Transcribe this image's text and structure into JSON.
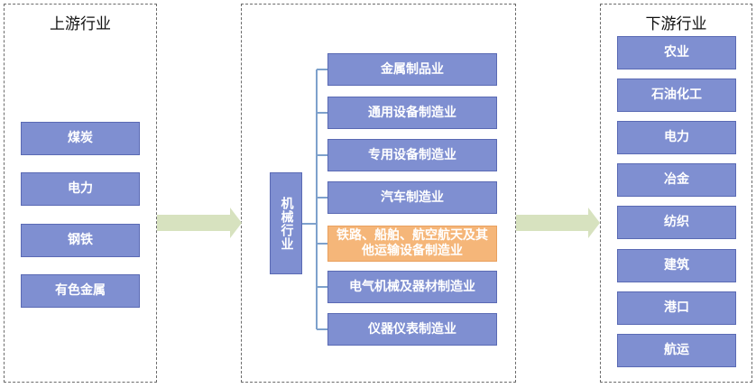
{
  "upstream": {
    "title": "上游行业",
    "items": [
      "煤炭",
      "电力",
      "钢铁",
      "有色金属"
    ]
  },
  "center": {
    "main_label": "机械行业",
    "items": [
      "金属制品业",
      "通用设备制造业",
      "专用设备制造业",
      "汽车制造业",
      "铁路、船舶、航空航天及其他运输设备制造业",
      "电气机械及器材制造业",
      "仪器仪表制造业"
    ],
    "highlight_index": 4
  },
  "downstream": {
    "title": "下游行业",
    "items": [
      "农业",
      "石油化工",
      "电力",
      "冶金",
      "纺织",
      "建筑",
      "港口",
      "航运"
    ]
  },
  "colors": {
    "box_fill": "#7f8fd1",
    "box_border": "#5a6ab4",
    "highlight_fill": "#f5b679",
    "arrow_fill": "#d7e2bf",
    "connector": "#7ea1cc"
  }
}
